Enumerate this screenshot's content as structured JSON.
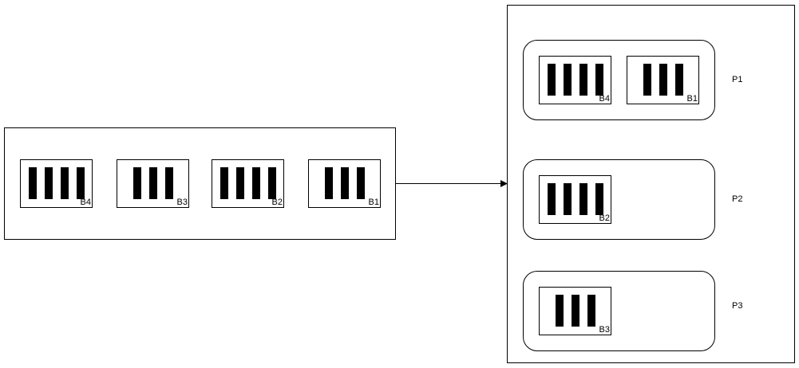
{
  "source": {
    "blocks": [
      {
        "label": "B4",
        "bars": 4
      },
      {
        "label": "B3",
        "bars": 3
      },
      {
        "label": "B2",
        "bars": 4
      },
      {
        "label": "B1",
        "bars": 3
      }
    ]
  },
  "partitions": [
    {
      "label": "P1",
      "blocks": [
        {
          "label": "B4",
          "bars": 4
        },
        {
          "label": "B1",
          "bars": 3
        }
      ]
    },
    {
      "label": "P2",
      "blocks": [
        {
          "label": "B2",
          "bars": 4
        }
      ]
    },
    {
      "label": "P3",
      "blocks": [
        {
          "label": "B3",
          "bars": 3
        }
      ]
    }
  ]
}
